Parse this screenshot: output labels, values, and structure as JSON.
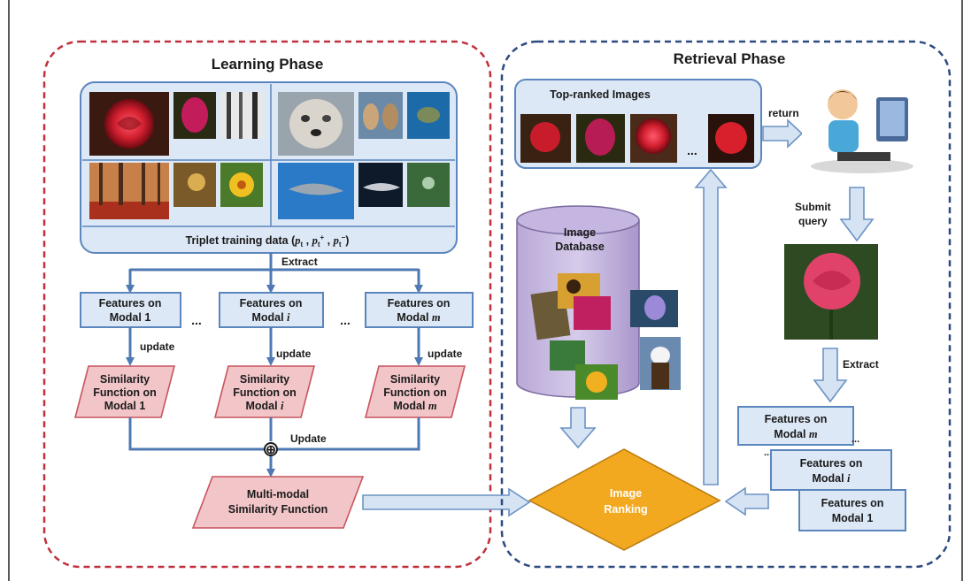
{
  "learning": {
    "title": "Learning Phase",
    "triplet_caption": "Triplet training data",
    "triplet_formula": [
      "p",
      "t",
      "p",
      "t",
      "+",
      "p",
      "t",
      "−"
    ],
    "extract_label": "Extract",
    "features": [
      {
        "line1": "Features on",
        "line2": "Modal",
        "sym": "1"
      },
      {
        "line1": "Features on",
        "line2": "Modal",
        "sym": "i"
      },
      {
        "line1": "Features on",
        "line2": "Modal",
        "sym": "m"
      }
    ],
    "ellipsis": "...",
    "update_label": "update",
    "similarity": [
      {
        "line1": "Similarity",
        "line2": "Function on",
        "line3": "Modal",
        "sym": "1"
      },
      {
        "line1": "Similarity",
        "line2": "Function on",
        "line3": "Modal",
        "sym": "i"
      },
      {
        "line1": "Similarity",
        "line2": "Function on",
        "line3": "Modal",
        "sym": "m"
      }
    ],
    "combine_symbol": "⊕",
    "combine_update_label": "Update",
    "multimodal": {
      "line1": "Multi-modal",
      "line2": "Similarity Function"
    }
  },
  "retrieval": {
    "title": "Retrieval Phase",
    "top_ranked_title": "Top-ranked Images",
    "ellipsis": "...",
    "return_label": "return",
    "submit_query": [
      "Submit",
      "query"
    ],
    "extract_label": "Extract",
    "database": [
      "Image",
      "Database"
    ],
    "ranking": [
      "Image",
      "Ranking"
    ],
    "features": [
      {
        "line1": "Features on",
        "line2": "Modal",
        "sym": "m"
      },
      {
        "line1": "Features on",
        "line2": "Modal",
        "sym": "i"
      },
      {
        "line1": "Features on",
        "line2": "Modal",
        "sym": "1"
      }
    ]
  },
  "colors": {
    "learning_border": "#c0303c",
    "retrieval_border": "#2d4a80",
    "box_fill": "#dde8f6",
    "parallelogram_fill": "#f2c6c8",
    "ranking_fill": "#f2a91f"
  }
}
